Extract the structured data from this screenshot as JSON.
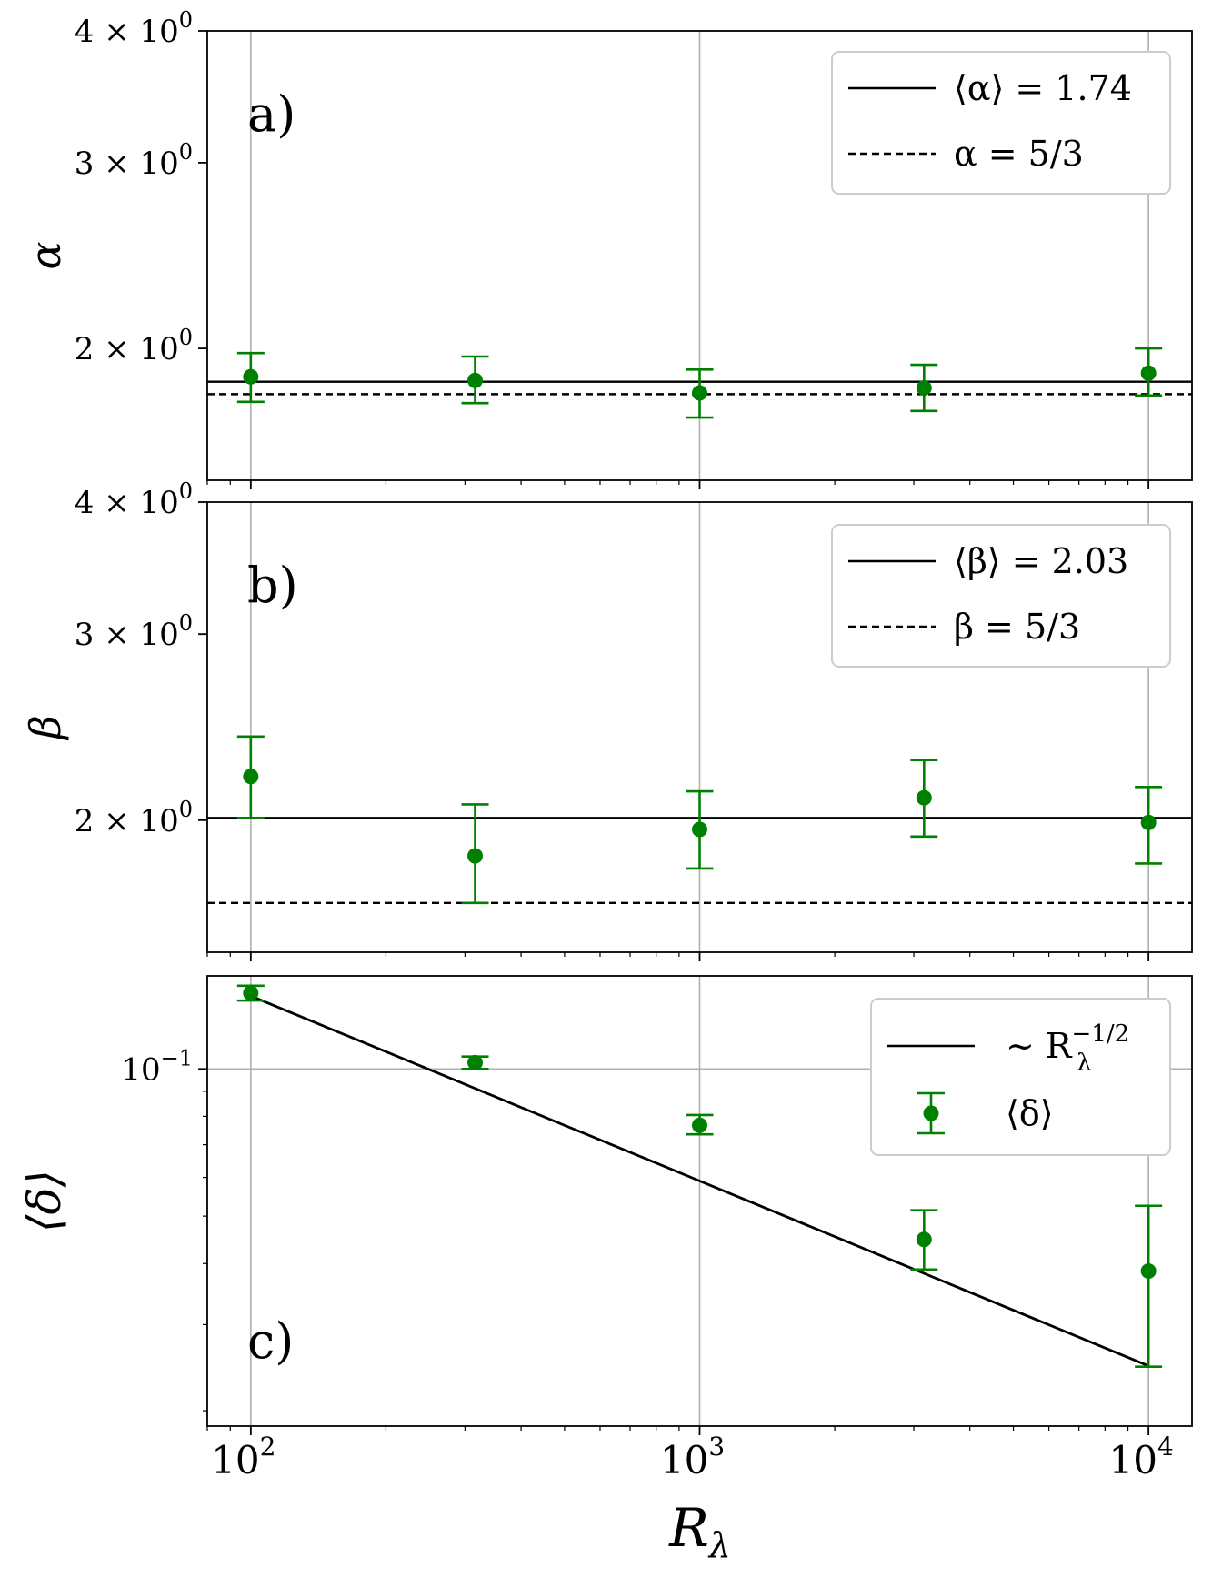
{
  "colors": {
    "points": "#008000",
    "line": "#000000",
    "grid": "#b0b0b0",
    "frame": "#000000"
  },
  "chart_data": [
    {
      "type": "scatter",
      "panel_label": "a)",
      "ylabel": "α",
      "xscale": "log",
      "yscale": "log",
      "xlim": [
        80,
        12500
      ],
      "ylim": [
        1.5,
        4.0
      ],
      "grid": "major x only",
      "yticks": [
        {
          "value": 2,
          "mantissa": "2 × 10",
          "exponent": "0"
        },
        {
          "value": 3,
          "mantissa": "3 × 10",
          "exponent": "0"
        },
        {
          "value": 4,
          "mantissa": "4 × 10",
          "exponent": "0"
        }
      ],
      "points": [
        {
          "x": 100,
          "y": 1.88,
          "ylow": 1.78,
          "yhigh": 1.98
        },
        {
          "x": 316,
          "y": 1.865,
          "ylow": 1.775,
          "yhigh": 1.965
        },
        {
          "x": 1000,
          "y": 1.815,
          "ylow": 1.72,
          "yhigh": 1.91
        },
        {
          "x": 3162,
          "y": 1.835,
          "ylow": 1.745,
          "yhigh": 1.93
        },
        {
          "x": 10000,
          "y": 1.895,
          "ylow": 1.805,
          "yhigh": 2.0
        }
      ],
      "hlines": [
        {
          "y": 1.86,
          "style": "solid"
        },
        {
          "y": 1.81,
          "style": "dashed"
        }
      ],
      "legend": {
        "placement": "upper right",
        "entries": [
          {
            "kind": "solid",
            "label": "⟨α⟩ = 1.74"
          },
          {
            "kind": "dashed",
            "label": "α = 5/3"
          }
        ]
      }
    },
    {
      "type": "scatter",
      "panel_label": "b)",
      "ylabel": "β",
      "xscale": "log",
      "yscale": "log",
      "xlim": [
        80,
        12500
      ],
      "ylim": [
        1.5,
        4.0
      ],
      "grid": "major x only",
      "yticks": [
        {
          "value": 2,
          "mantissa": "2 × 10",
          "exponent": "0"
        },
        {
          "value": 3,
          "mantissa": "3 × 10",
          "exponent": "0"
        },
        {
          "value": 4,
          "mantissa": "4 × 10",
          "exponent": "0"
        }
      ],
      "points": [
        {
          "x": 100,
          "y": 2.2,
          "ylow": 2.01,
          "yhigh": 2.4
        },
        {
          "x": 316,
          "y": 1.85,
          "ylow": 1.67,
          "yhigh": 2.07
        },
        {
          "x": 1000,
          "y": 1.96,
          "ylow": 1.8,
          "yhigh": 2.13
        },
        {
          "x": 3162,
          "y": 2.1,
          "ylow": 1.93,
          "yhigh": 2.28
        },
        {
          "x": 10000,
          "y": 1.99,
          "ylow": 1.82,
          "yhigh": 2.15
        }
      ],
      "hlines": [
        {
          "y": 2.01,
          "style": "solid"
        },
        {
          "y": 1.67,
          "style": "dashed"
        }
      ],
      "legend": {
        "placement": "upper right",
        "entries": [
          {
            "kind": "solid",
            "label": "⟨β⟩ = 2.03"
          },
          {
            "kind": "dashed",
            "label": "β = 5/3"
          }
        ]
      }
    },
    {
      "type": "scatter",
      "panel_label": "c)",
      "ylabel": "⟨δ⟩",
      "xlabel": "R",
      "xlabel_sub": "λ",
      "xscale": "log",
      "yscale": "log",
      "xlim": [
        80,
        12500
      ],
      "ylim": [
        0.0186,
        0.155
      ],
      "grid": "major x and y",
      "xticks": [
        {
          "value": 100,
          "base": "10",
          "exponent": "2"
        },
        {
          "value": 1000,
          "base": "10",
          "exponent": "3"
        },
        {
          "value": 10000,
          "base": "10",
          "exponent": "4"
        }
      ],
      "yticks": [
        {
          "value": 0.1,
          "base": "10",
          "exponent": "−1"
        }
      ],
      "points": [
        {
          "x": 100,
          "y": 0.143,
          "ylow": 0.138,
          "yhigh": 0.148
        },
        {
          "x": 316,
          "y": 0.103,
          "ylow": 0.1,
          "yhigh": 0.106
        },
        {
          "x": 1000,
          "y": 0.0767,
          "ylow": 0.0735,
          "yhigh": 0.0805
        },
        {
          "x": 3162,
          "y": 0.0448,
          "ylow": 0.0389,
          "yhigh": 0.0514
        },
        {
          "x": 10000,
          "y": 0.0386,
          "ylow": 0.0246,
          "yhigh": 0.0525
        }
      ],
      "fit_line": {
        "x": [
          100,
          10000
        ],
        "y": [
          0.141,
          0.0247
        ]
      },
      "legend": {
        "placement": "upper right",
        "entries": [
          {
            "kind": "solid",
            "label_prefix": "∼ R",
            "label_sub": "λ",
            "label_sup": "−1/2"
          },
          {
            "kind": "errorbar",
            "label": "⟨δ⟩"
          }
        ]
      }
    }
  ]
}
